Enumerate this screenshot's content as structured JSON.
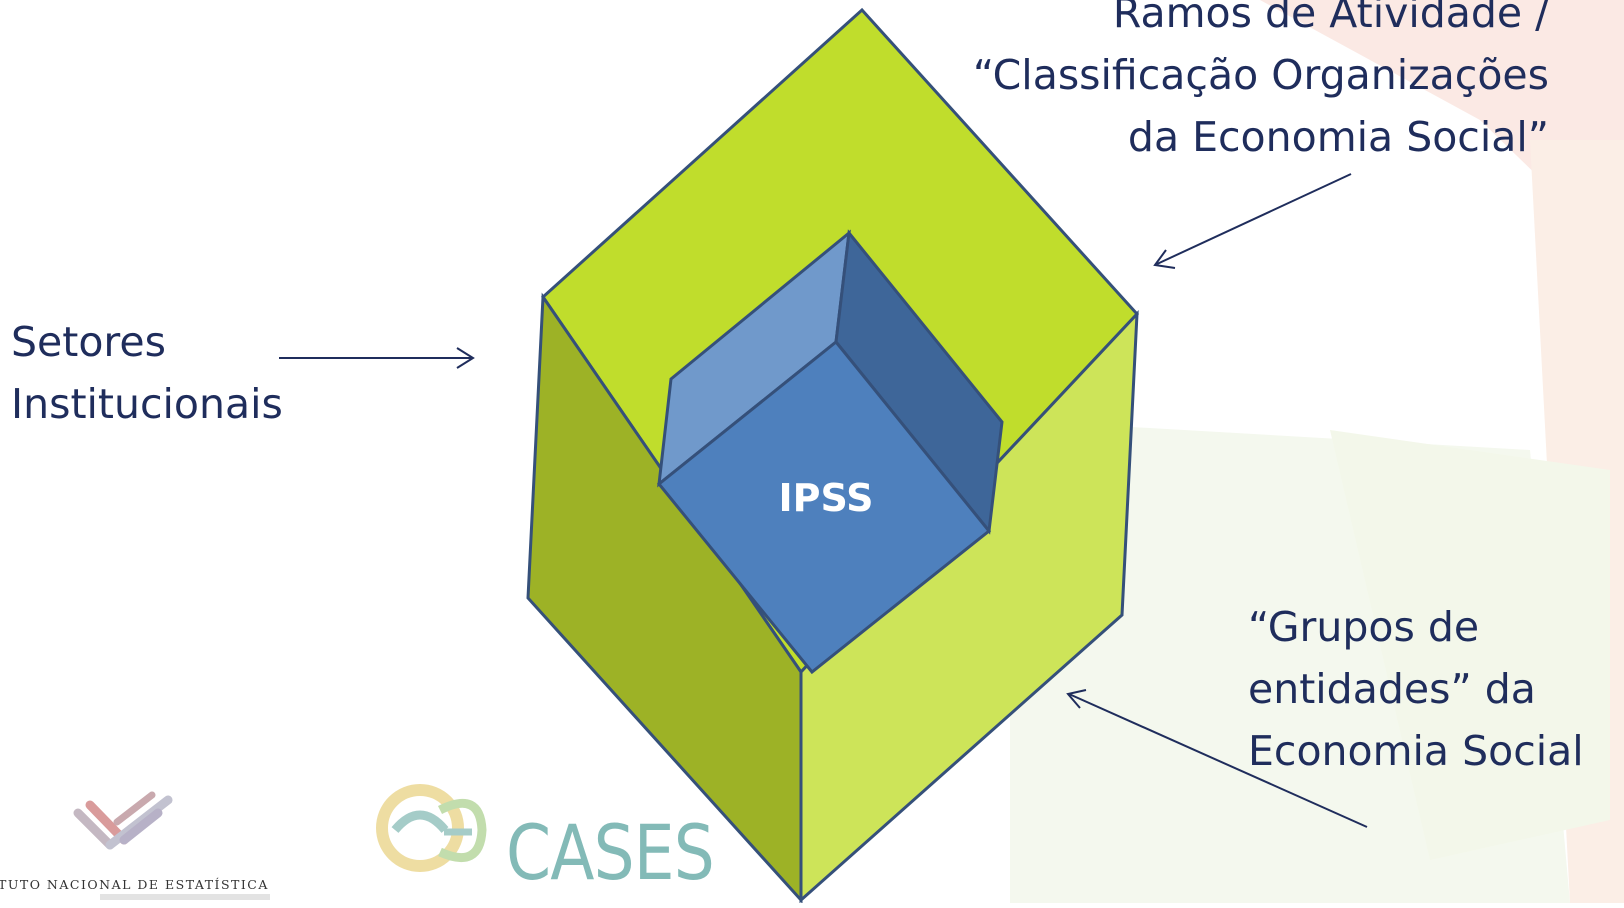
{
  "center_label": "IPSS",
  "labels": {
    "right_top": [
      "Ramos de Atividade /",
      "“Classificação Organizações",
      "da Economia Social”"
    ],
    "left": [
      "Setores",
      "Institucionais"
    ],
    "right_bottom": [
      "“Grupos de",
      "entidades” da",
      "Economia Social"
    ]
  },
  "logos": {
    "ine_text": "TUTO NACIONAL DE ESTATÍSTICA",
    "cases_text": "CASES"
  },
  "colors": {
    "cube_top": "#c0dd2c",
    "cube_left": "#9db226",
    "cube_right": "#cde459",
    "inner_front": "#4e80bd",
    "inner_top": "#7099cb",
    "inner_side": "#3e6699",
    "outline": "#35507a",
    "label": "#1f2d5c"
  }
}
